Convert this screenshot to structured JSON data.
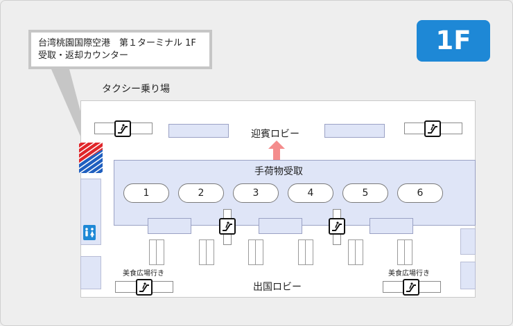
{
  "title": {
    "line1": "台湾桃園国際空港　第１ターミナル 1F",
    "line2": "受取・返却カウンター"
  },
  "floor_badge": "1F",
  "labels": {
    "taxi": "タクシー乗り場",
    "arrival_lobby": "迎賓ロビー",
    "baggage_claim": "手荷物受取",
    "departure_lobby": "出国ロビー",
    "food_court_left": "美食広場行き",
    "food_court_right": "美食広場行き"
  },
  "carousels": [
    "1",
    "2",
    "3",
    "4",
    "5",
    "6"
  ],
  "colors": {
    "floor_badge": "#1e88d6",
    "hall": "#dfe5f7",
    "restroom": "#1e88d6",
    "arrow": "#f48c8c",
    "marker_red": "#e0262a",
    "marker_blue": "#1f5fbf"
  },
  "icons": {
    "escalator": "escalator-icon",
    "restroom": "restroom-icon",
    "arrow": "up-arrow-icon",
    "marker": "location-marker-icon"
  }
}
